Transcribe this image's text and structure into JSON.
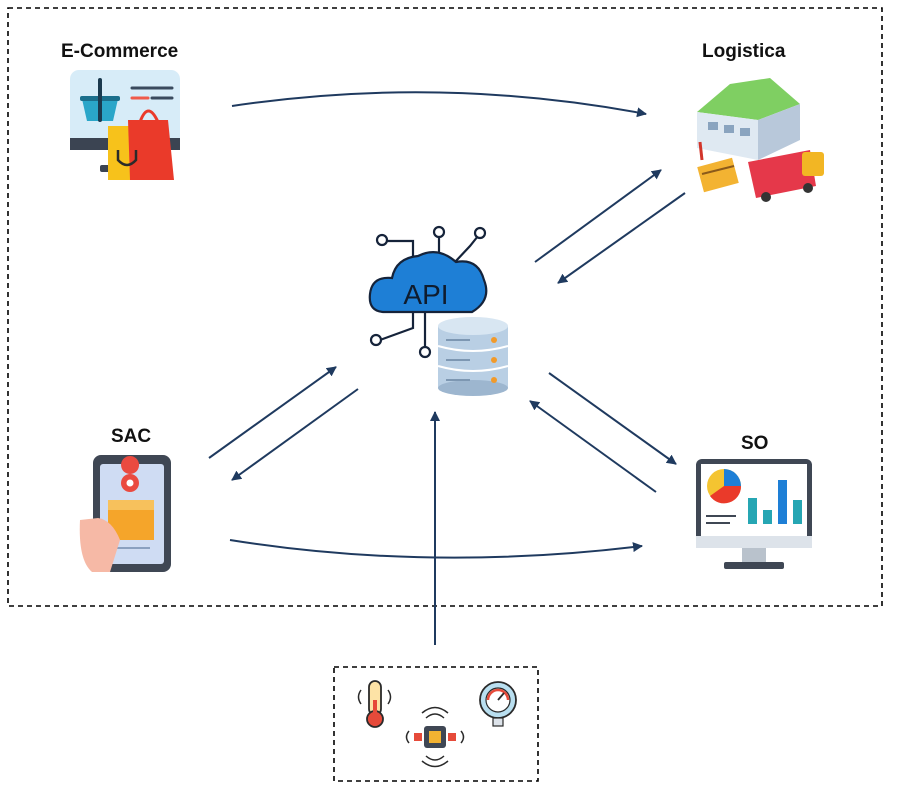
{
  "nodes": {
    "ecommerce": {
      "label": "E-Commerce",
      "icon": "shopping-monitor-icon"
    },
    "logistica": {
      "label": "Logistica",
      "icon": "warehouse-truck-icon"
    },
    "sac": {
      "label": "SAC",
      "icon": "phone-delivery-icon"
    },
    "so": {
      "label": "SO",
      "icon": "analytics-monitor-icon"
    },
    "api": {
      "label": "API",
      "icon": "cloud-api-database-icon"
    },
    "sensors": {
      "icons": [
        "thermometer-icon",
        "iot-chip-icon",
        "pressure-gauge-icon"
      ]
    }
  },
  "colors": {
    "arrow": "#1f3a5f",
    "cloud": "#1e7fd6",
    "database": "#b9cfe4",
    "border": "#000000"
  }
}
